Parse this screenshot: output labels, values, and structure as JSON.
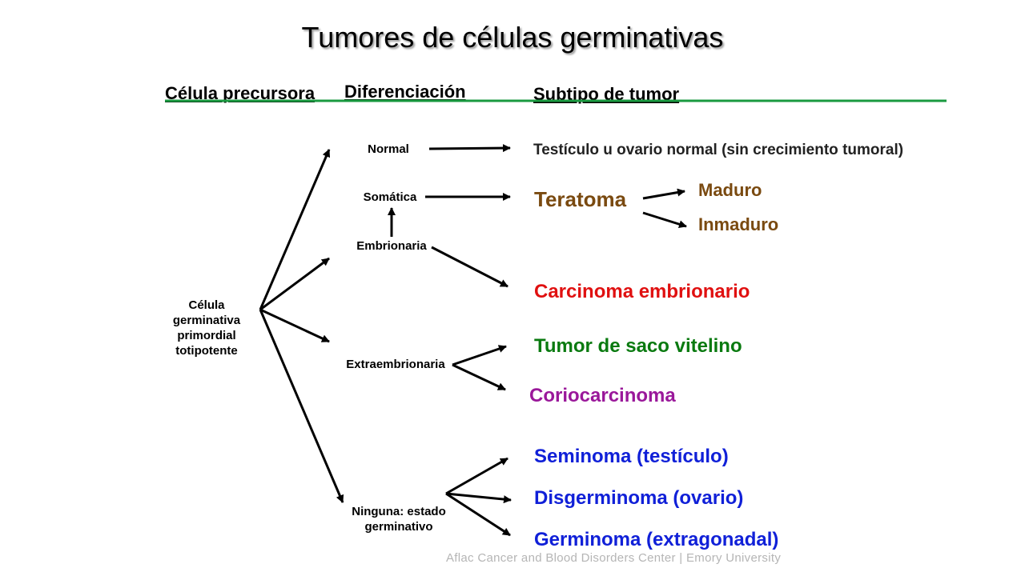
{
  "title": "Tumores de células germinativas",
  "headers": {
    "precursor": "Célula precursora",
    "differentiation": "Diferenciación",
    "subtype": "Subtipo de tumor"
  },
  "nodes": {
    "precursor": "Célula germinativa primordial totipotente",
    "normal": "Normal",
    "somatica": "Somática",
    "embrionaria": "Embrionaria",
    "extraembrionaria": "Extraembrionaria",
    "ninguna": "Ninguna: estado germinativo"
  },
  "subtypes": {
    "normal": "Testículo u ovario normal (sin crecimiento tumoral)",
    "teratoma": "Teratoma",
    "maduro": "Maduro",
    "inmaduro": "Inmaduro",
    "carcinoma": "Carcinoma embrionario",
    "saco": "Tumor de saco vitelino",
    "corio": "Coriocarcinoma",
    "seminoma": "Seminoma (testículo)",
    "disgerminoma": "Disgerminoma (ovario)",
    "germinoma": "Germinoma (extragonadal)"
  },
  "colors": {
    "teratoma": "#7a4a10",
    "carcinoma": "#e01010",
    "saco": "#0a7a10",
    "corio": "#9a189a",
    "germ": "#1020d8",
    "header_line": "#1a9a40"
  },
  "footer": "Aflac Cancer and Blood Disorders Center | Emory University"
}
